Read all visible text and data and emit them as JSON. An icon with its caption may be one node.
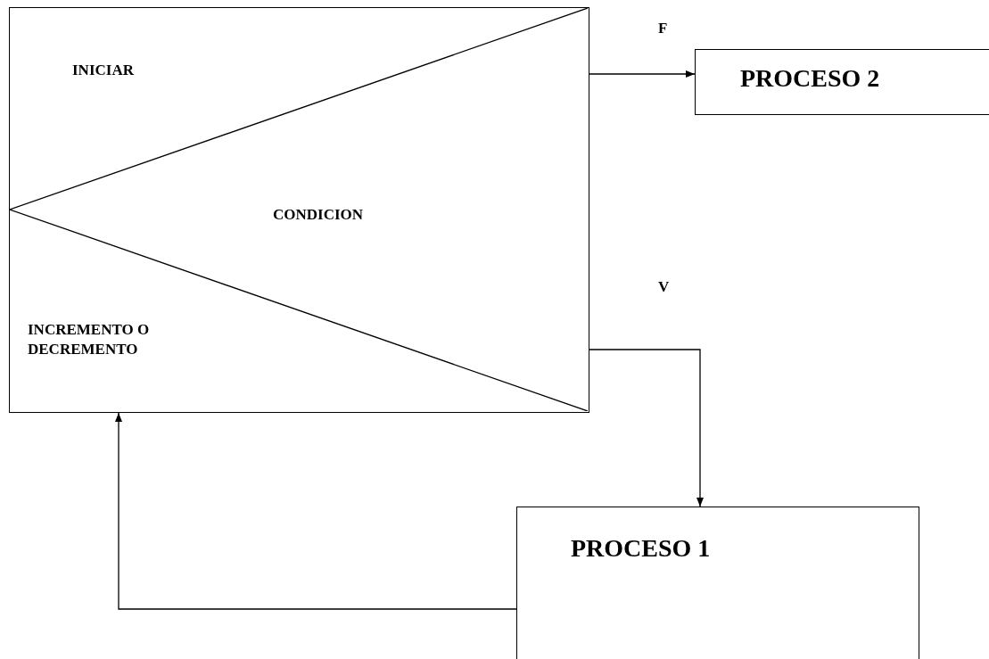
{
  "diagram": {
    "nodes": [
      {
        "text": [
          "INICIAR",
          "CONDICION",
          "INCREMENTO O DECREMENTO"
        ]
      },
      {
        "text": [
          "PROCESO 2"
        ]
      },
      {
        "text": [
          "PROCESO 1"
        ]
      }
    ],
    "edges": [
      {
        "from": 0,
        "to": 1,
        "arrow": "to",
        "label": "F"
      },
      {
        "from": 0,
        "to": 2,
        "arrow": "to",
        "label": "V"
      },
      {
        "from": 2,
        "to": 0,
        "arrow": "to"
      }
    ]
  }
}
